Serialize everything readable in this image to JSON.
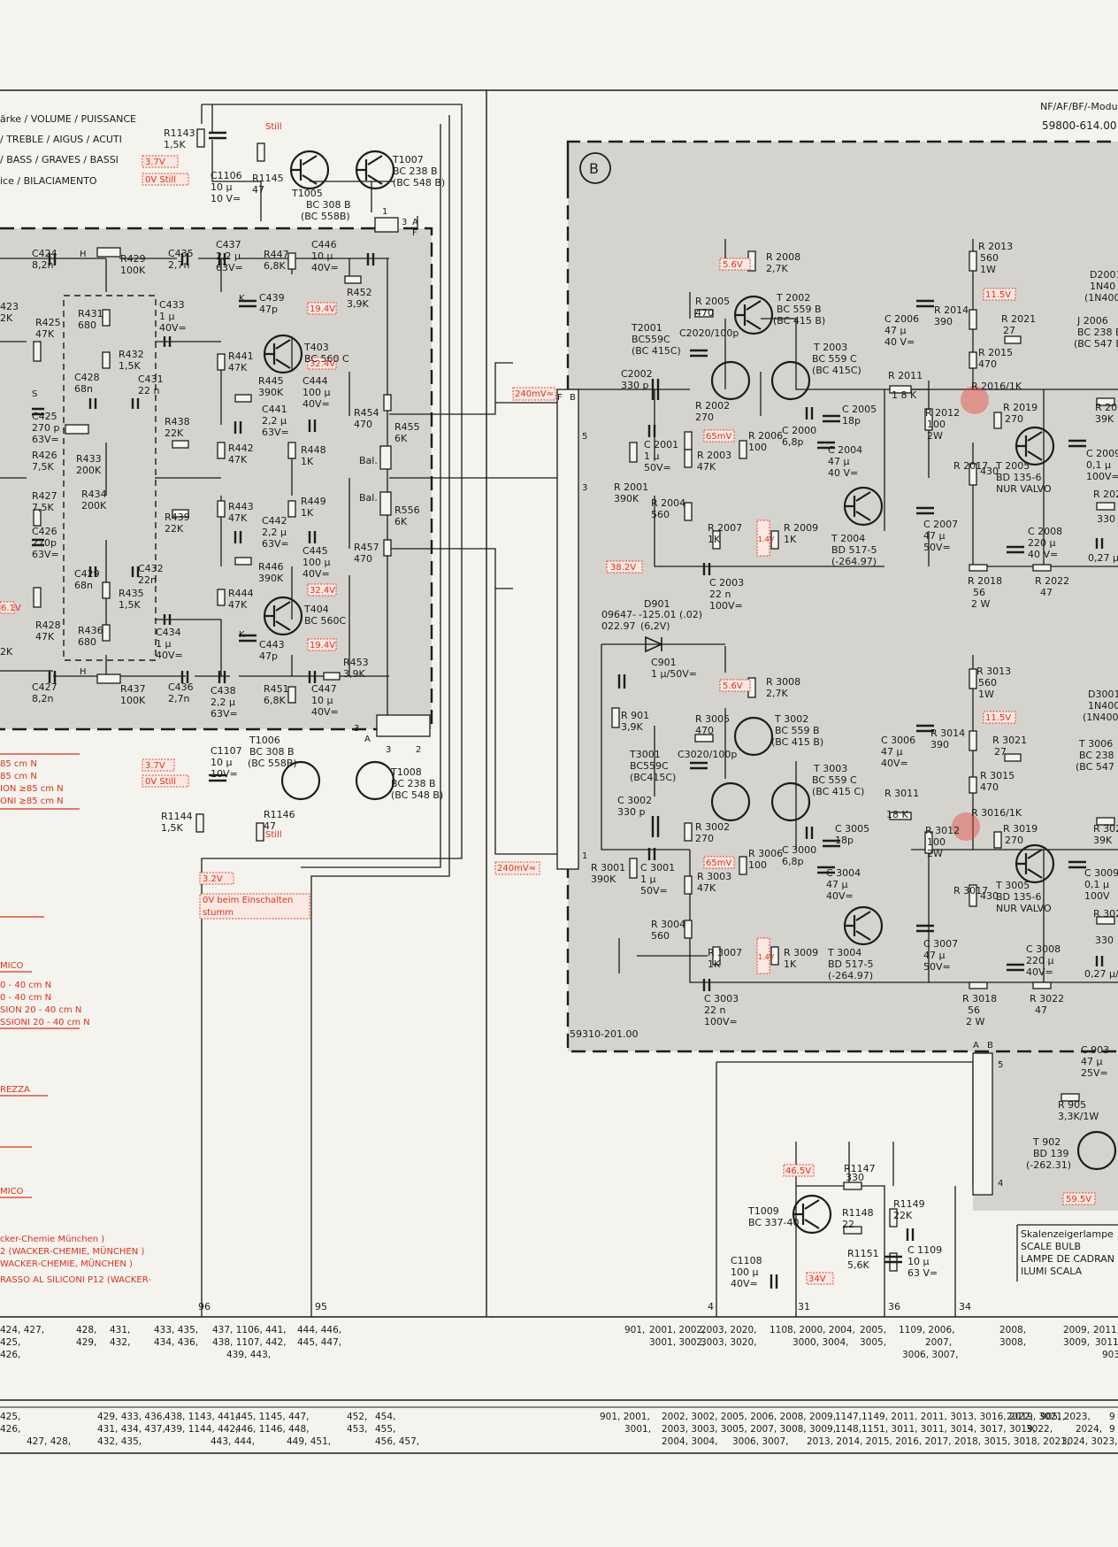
{
  "header": {
    "right_title": "NF/AF/BF/-Modu",
    "part_number": "59800-614.00",
    "module_b_label": "B",
    "module_b_code": "59310-201.00"
  },
  "legend": {
    "functions": [
      "ärke / VOLUME / PUISSANCE",
      "/ TREBLE / AIGUS / ACUTI",
      "/ BASS / GRAVES / BASSI",
      "ice / BILACIAMENTO"
    ],
    "torques": [
      "85 cm N",
      "85 cm N",
      "ION  ≥85 cm N",
      "ONI  ≥85 cm N",
      "MICO",
      "0 - 40 cm N",
      "0 - 40 cm N",
      "SION  20 - 40 cm N",
      "SSIONI  20 - 40 cm N",
      "REZZA",
      "MICO"
    ],
    "grease": [
      "cker-Chemie München )",
      "2 (WACKER-CHEMIE, MÜNCHEN )",
      "WACKER-CHEMIE, MÜNCHEN )",
      "RASSO AL SILICONI  P12 (WACKER-"
    ]
  },
  "voltages": {
    "v3_7_a": "3.7V",
    "v0_still_a": "0V Still",
    "still_a": "Still",
    "v3_7_b": "3.7V",
    "v0_still_b": "0V Still",
    "still_b": "Still",
    "v3_2": "3.2V",
    "v0_einschalten": "0V beim Einschalten",
    "stumm": "stumm",
    "v19_4_a": "19.4V",
    "v32_4_a": "32.4V",
    "v32_4_b": "32.4V",
    "v19_4_b": "19.4V",
    "v240_a": "240mV≈",
    "v240_b": "240mV≈",
    "v5_6_a": "5.6V",
    "v65_a": "65mV",
    "v1_4_a": "1.4V",
    "v38_2": "38.2V",
    "v11_5_a": "11.5V",
    "v5_6_b": "5.6V",
    "v65_b": "65mV",
    "v1_4_b": "1.4V",
    "v11_5_b": "11.5V",
    "v46_5": "46.5V",
    "v34": "34V",
    "v59_5": "59.5V",
    "v6_1": "6.1V"
  },
  "components": {
    "r1143": "R1143",
    "r1143v": "1,5K",
    "c1106": "C1106",
    "c1106v": "10 µ",
    "c1106u": "10 V=",
    "r1145": "R1145",
    "r1145v": "47",
    "t1005": "T1005",
    "t1005v": "BC 308 B",
    "t1005e": "(BC 558B)",
    "t1007": "T1007",
    "t1007v": "BC 238 B",
    "t1007e": "(BC 548 B)",
    "c424": "C424",
    "c424v": "8,2n",
    "r429": "R429",
    "r429v": "100K",
    "c435": "C435",
    "c435v": "2,7n",
    "c437": "C437",
    "c437v": "2,2 µ",
    "c437u": "63V=",
    "r447": "R447",
    "r447v": "6,8K",
    "c446": "C446",
    "c446v": "10 µ",
    "c446u": "40V=",
    "r452": "R452",
    "r452v": "3,9K",
    "r423": "423",
    "r423v": "2K",
    "r431": "R431",
    "r431v": "680",
    "c433": "C433",
    "c433v": "1 µ",
    "c433u": "40V=",
    "c439": "C439",
    "c439v": "47p",
    "r425": "R425",
    "r425v": "47K",
    "r432": "R432",
    "r432v": "1,5K",
    "t403": "T403",
    "t403v": "BC 560 C",
    "c428": "C428",
    "c428v": "68n",
    "c431": "C431",
    "c431v": "22 n",
    "r441": "R441",
    "r441v": "47K",
    "r445": "R445",
    "r445v": "390K",
    "c444": "C444",
    "c444v": "100 µ",
    "c444u": "40V=",
    "c425": "C425",
    "c425v": "270 p",
    "c425u": "63V=",
    "r438": "R438",
    "r438v": "22K",
    "c441": "C441",
    "c441v": "2,2 µ",
    "c441u": "63V=",
    "r454": "R454",
    "r454v": "470",
    "r426": "R426",
    "r426v": "7,5K",
    "r433": "R433",
    "r433v": "200K",
    "r442": "R442",
    "r442v": "47K",
    "r448": "R448",
    "r448v": "1K",
    "r455": "R455",
    "r455v": "6K",
    "bal_a": "Bal.",
    "r427": "R427",
    "r427v": "7,5K",
    "r434": "R434",
    "r434v": "200K",
    "r443": "R443",
    "r443v": "47K",
    "r449": "R449",
    "r449v": "1K",
    "r556": "R556",
    "r556v": "6K",
    "bal_b": "Bal.",
    "c426": "C426",
    "c426v": "270p",
    "c426u": "63V=",
    "r439": "R439",
    "r439v": "22K",
    "c442": "C442",
    "c442v": "2,2 µ",
    "c442u": "63V=",
    "c445": "C445",
    "c445v": "100 µ",
    "c445u": "40V=",
    "c429": "C429",
    "c429v": "68n",
    "c432": "C432",
    "c432v": "22n",
    "r446": "R446",
    "r446v": "390K",
    "r457": "R457",
    "r457v": "470",
    "r435": "R435",
    "r435v": "1,5K",
    "r444": "R444",
    "r444v": "47K",
    "r428": "R428",
    "r428v": "47K",
    "t404": "T404",
    "t404v": "BC 560C",
    "r436": "R436",
    "r436v": "680",
    "c434": "C434",
    "c434v": "1 µ",
    "c434u": "40V=",
    "c443": "C443",
    "c443v": "47p",
    "r424v": "2K",
    "r453": "R453",
    "r453v": "3,9K",
    "c427": "C427",
    "c427v": "8,2n",
    "r437": "R437",
    "r437v": "100K",
    "c436": "C436",
    "c436v": "2,7n",
    "c438": "C438",
    "c438v": "2,2 µ",
    "c438u": "63V=",
    "r451": "R451",
    "r451v": "6,8K",
    "c447": "C447",
    "c447v": "10 µ",
    "c447u": "40V=",
    "c1107": "C1107",
    "c1107v": "10 µ",
    "c1107u": "10V=",
    "t1006": "T1006",
    "t1006v": "BC 308 B",
    "t1006e": "(BC 558B)",
    "t1008": "T1008",
    "t1008v": "BC 238 B",
    "t1008e": "(BC 548 B)",
    "r1146": "R1146",
    "r1146v": "47",
    "r1144": "R1144",
    "r1144v": "1,5K",
    "r2008": "R 2008",
    "r2008v": "2,7K",
    "r2005": "R 2005",
    "r2005v": "470",
    "t2002": "T 2002",
    "t2002v": "BC 559 B",
    "t2002e": "(BC 415 B)",
    "t2001": "T2001",
    "t2001v": "BC559C",
    "t2001e": "(BC 415C)",
    "c2020": "C2020/100p",
    "t2003": "T 2003",
    "t2003v": "BC 559 C",
    "t2003e": "(BC 415C)",
    "c2002": "C2002",
    "c2002v": "330 p",
    "r2002": "R 2002",
    "r2002v": "270",
    "r2006": "R 2006",
    "r2006v": "100",
    "c2000": "C 2000",
    "c2000v": "6,8p",
    "c2005": "C 2005",
    "c2005v": "18p",
    "c2001": "C 2001",
    "c2001v": "1 µ",
    "c2001u": "50V=",
    "r2003": "R 2003",
    "r2003v": "47K",
    "c2004": "C 2004",
    "c2004v": "47 µ",
    "c2004u": "40 V=",
    "r2001": "R 2001",
    "r2001v": "390K",
    "r2004": "R 2004",
    "r2004v": "560",
    "t2004": "T 2004",
    "t2004v": "BD 517-5",
    "t2004e": "(-264.97)",
    "r2007": "R 2007",
    "r2007v": "1K",
    "r2009": "R 2009",
    "r2009v": "1K",
    "c2003": "C 2003",
    "c2003v": "22 n",
    "c2003u": "100V=",
    "r2013": "R 2013",
    "r2013v": "560",
    "r2013u": "1W",
    "r2014": "R 2014",
    "r2014v": "390",
    "r2021": "R 2021",
    "r2021v": "27",
    "c2006": "C 2006",
    "c2006v": "47 µ",
    "c2006u": "40 V=",
    "r2015": "R 2015",
    "r2015v": "470",
    "r2011": "R 2011",
    "r2011v": "1 8 K",
    "r2016": "R 2016/1K",
    "r2019": "R 2019",
    "r2019v": "270",
    "r2012": "R 2012",
    "r2012v": "100",
    "r2012u": "2W",
    "r2017": "R 2017",
    "r2017v": "430",
    "t2005": "T 2005",
    "t2005v": "BD 135-6",
    "t2005e": "NUR VALVO",
    "c2007": "C 2007",
    "c2007v": "47 µ",
    "c2007u": "50V=",
    "c2008": "C 2008",
    "c2008v": "220 µ",
    "c2008u": "40 V=",
    "r2018": "R 2018",
    "r2018v": "56",
    "r2018u": "2 W",
    "r2022": "R 2022",
    "r2022v": "47",
    "d2001": "D2001",
    "d2001v": "1N40",
    "d2001e": "(1N400",
    "j2006": "J 2006",
    "j2006v": "BC 238 B",
    "j2006e": "(BC 547 B)",
    "r202x": "R 202",
    "r202xv": "39K",
    "c2009": "C 2009",
    "c2009v": "0,1 µ",
    "c2009u": "100V=",
    "r2024": "R 2024",
    "r2024v": "330",
    "c2010v": "0,27 µ",
    "d901": "D901",
    "d901v": "-125.01 (.02)",
    "d901e": "(6,2V)",
    "d901p": "09647-",
    "d901q": "022.97",
    "c901": "C901",
    "c901v": "1 µ/50V=",
    "r901": "R 901",
    "r901v": "3,9K",
    "r3008": "R 3008",
    "r3008v": "2,7K",
    "r3005": "R 3005",
    "r3005v": "470",
    "t3002": "T 3002",
    "t3002v": "BC 559 B",
    "t3002e": "(BC 415 B)",
    "t3001": "T3001",
    "t3001v": "BC559C",
    "t3001e": "(BC415C)",
    "c3020": "C3020/100p",
    "t3003": "T 3003",
    "t3003v": "BC 559 C",
    "t3003e": "(BC 415 C)",
    "c3002": "C 3002",
    "c3002v": "330 p",
    "r3002": "R 3002",
    "r3002v": "270",
    "r3006": "R 3006",
    "r3006v": "100",
    "c3000": "C 3000",
    "c3000v": "6,8p",
    "c3005": "C 3005",
    "c3005v": "18p",
    "r3001": "R 3001",
    "r3001v": "390K",
    "c3001": "C 3001",
    "c3001v": "1 µ",
    "c3001u": "50V=",
    "r3003": "R 3003",
    "r3003v": "47K",
    "c3004": "C 3004",
    "c3004v": "47 µ",
    "c3004u": "40V=",
    "r3004": "R 3004",
    "r3004v": "560",
    "t3004": "T 3004",
    "t3004v": "BD 517-5",
    "t3004e": "(-264.97)",
    "r3007": "R 3007",
    "r3007v": "1K",
    "r3009": "R 3009",
    "r3009v": "1K",
    "c3003": "C 3003",
    "c3003v": "22 n",
    "c3003u": "100V=",
    "r3013": "R 3013",
    "r3013v": "560",
    "r3013u": "1W",
    "r3014": "R 3014",
    "r3014v": "390",
    "r3021": "R 3021",
    "r3021v": "27",
    "c3006": "C 3006",
    "c3006v": "47 µ",
    "c3006u": "40V=",
    "r3015": "R 3015",
    "r3015v": "470",
    "r3011": "R 3011",
    "r3011v": "18 K",
    "r3016": "R 3016/1K",
    "r3019": "R 3019",
    "r3019v": "270",
    "r3012": "R 3012",
    "r3012v": "100",
    "r3012u": "2W",
    "r3017": "R 3017",
    "r3017v": "430",
    "t3005": "T 3005",
    "t3005v": "BD 135-6",
    "t3005e": "NUR VALVO",
    "c3007": "C 3007",
    "c3007v": "47 µ",
    "c3007u": "50V=",
    "c3008": "C 3008",
    "c3008v": "220 µ",
    "c3008u": "40V=",
    "r3018": "R 3018",
    "r3018v": "56",
    "r3018u": "2 W",
    "r3022": "R 3022",
    "r3022v": "47",
    "d3001": "D3001",
    "d3001v": "1N4001",
    "d3001e": "(1N4002",
    "t3006": "T 3006",
    "t3006v": "BC 238 B",
    "t3006e": "(BC 547 B)",
    "r3023": "R 3023",
    "r3023v": "39K",
    "c3009": "C 3009",
    "c3009v": "0,1 µ",
    "c3009u": "100V",
    "r3024": "R 3024",
    "r3024v": "330",
    "c3010v": "0,27 µ/",
    "c903": "C 903",
    "c903v": "47 µ",
    "c903u": "25V=",
    "r905": "R 905",
    "r905v": "3,3K/1W",
    "t902": "T 902",
    "t902v": "BD 139",
    "t902e": "(-262.31)",
    "r1147": "R1147",
    "r1147v": "330",
    "t1009": "T1009",
    "t1009v": "BC 337-40",
    "r1148": "R1148",
    "r1148v": "22",
    "r1149": "R1149",
    "r1149v": "22K",
    "c1109": "C 1109",
    "c1109v": "10 µ",
    "c1109u": "63 V=",
    "r1151": "R1151",
    "r1151v": "5,6K",
    "c1108": "C1108",
    "c1108v": "100 µ",
    "c1108u": "40V="
  },
  "bulb": [
    "Skalenzeigerlampe",
    "SCALE BULB",
    "LAMPE DE CADRAN",
    "ILUMI  SCALA"
  ],
  "terminals": [
    "96",
    "95",
    "4",
    "31",
    "36",
    "34"
  ],
  "connectors": {
    "a": "A",
    "b": "B",
    "f": "F",
    "n1": "1",
    "n2": "2",
    "n3": "3",
    "n5": "5",
    "n4": "4",
    "h": "H",
    "k": "K",
    "s": "S"
  },
  "table_row1": [
    "424, 427,",
    "428,",
    "431,",
    "433, 435,",
    "437, 1106, 441,",
    "444, 446,",
    "901,",
    "2001, 2002,",
    "2003, 2020,",
    "1108, 2000, 2004,",
    "2005,",
    "1109, 2006,",
    "2008,",
    "2009,",
    "2011,"
  ],
  "table_row1b": [
    "425,",
    "429,",
    "432,",
    "434, 436,",
    "438, 1107, 442,",
    "445, 447,",
    "3001, 3002,",
    "3003, 3020,",
    "3000, 3004,",
    "3005,",
    "2007,",
    "3008,",
    "3009,",
    "3011"
  ],
  "table_row1c": [
    "426,",
    "439, 443,",
    "3006, 3007,",
    "903"
  ],
  "table_row2": [
    "425,",
    "429, 433, 436,",
    "438, 1143, 441,",
    "445, 1145, 447,",
    "452,",
    "454,",
    "901, 2001,",
    "2002, 3002, 2005, 2006, 2008, 2009,",
    "1147,",
    "1149, 2011, 2011, 3013, 3016, 2019, 3021,",
    "2022,",
    "905, 2023,",
    "9"
  ],
  "table_row2b": [
    "426,",
    "431, 434, 437,",
    "439, 1144, 442,",
    "446, 1146, 448,",
    "453,",
    "455,",
    "3001,",
    "2003, 3003, 3005, 2007, 3008, 3009,",
    "1148,",
    "1151, 3011, 3011, 3014, 3017, 3019,",
    "3022,",
    "2024,",
    "9"
  ],
  "table_row2c": [
    "427, 428,",
    "432, 435,",
    "443, 444,",
    "449, 451,",
    "456, 457,",
    "2004, 3004,",
    "3006, 3007,",
    "2013, 2014, 2015, 2016, 2017, 2018, 3015, 3018, 2021,",
    "3024, 3023,"
  ]
}
